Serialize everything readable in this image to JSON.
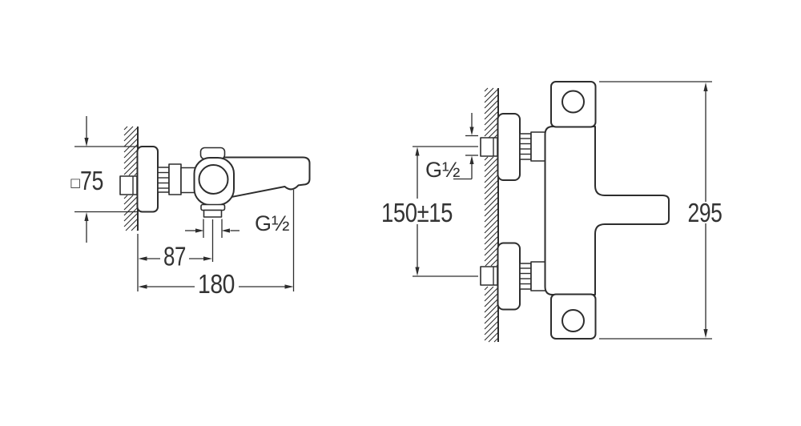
{
  "drawing": {
    "background_color": "#ffffff",
    "line_color": "#2d2d2d",
    "text_color": "#333333",
    "side_view": {
      "dims": {
        "plate_size_symbol": "□",
        "plate_size": "75",
        "outlet_thread": "G½",
        "wall_to_outlet": "87",
        "wall_to_spout_outlet": "180"
      }
    },
    "front_view": {
      "dims": {
        "inlet_thread": "G½",
        "inlet_center_offset": "150±15",
        "overall_height": "295"
      }
    }
  }
}
